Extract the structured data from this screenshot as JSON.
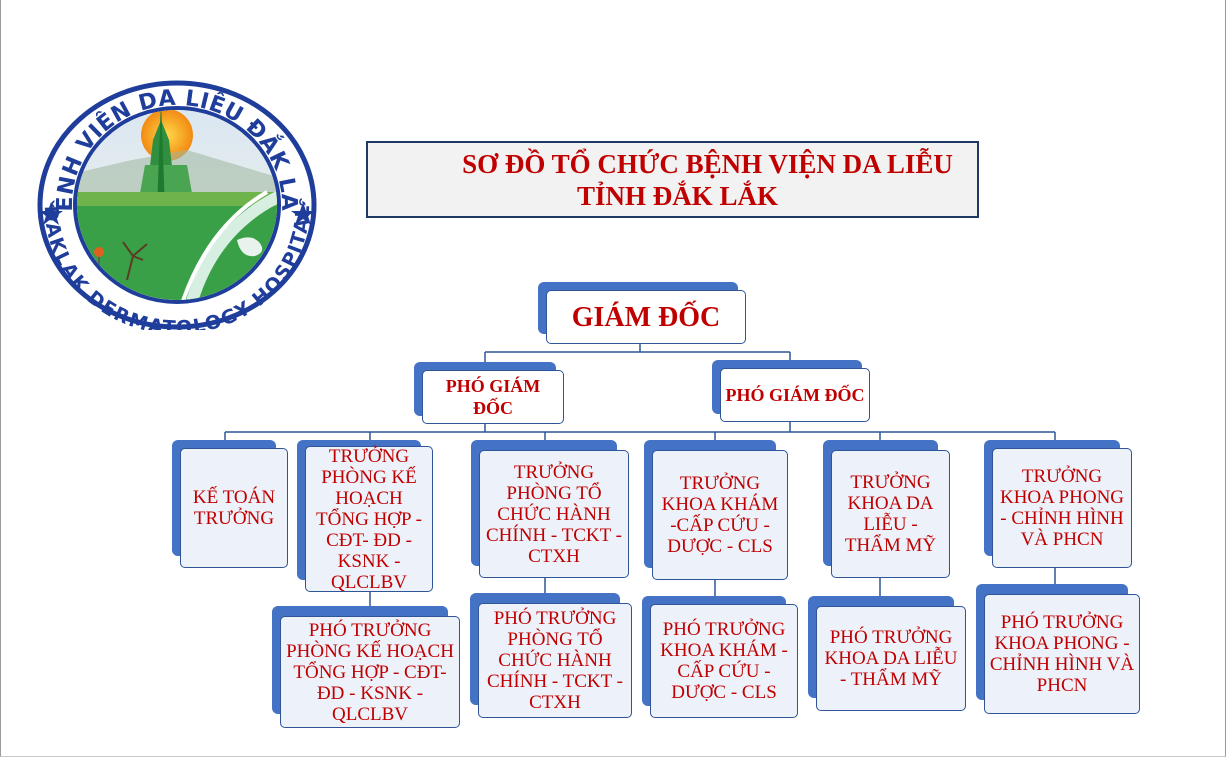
{
  "logo": {
    "top_text": "BỆNH VIỆN DA LIỄU ĐẮK LẮK",
    "bottom_text": "DAKLAK DERMATOLOGY HOSPITAL",
    "colors": {
      "ring": "#1f3d9a",
      "sun": "#f6a21a",
      "grass": "#3aa54a"
    }
  },
  "title": {
    "line1": "SƠ ĐỒ TỔ CHỨC BỆNH VIỆN DA LIỄU",
    "line2": "TỈNH ĐẮK LẮK"
  },
  "nodes": {
    "director": "GIÁM ĐỐC",
    "deputy_left": "PHÓ GIÁM ĐỐC",
    "deputy_right": "PHÓ GIÁM ĐỐC",
    "chief_accountant": "KẾ TOÁN TRƯỞNG",
    "head_planning": "TRƯỞNG PHÒNG KẾ HOẠCH TỔNG HỢP - CĐT- ĐD - KSNK - QLCLBV",
    "head_admin": "TRƯỞNG PHÒNG TỔ CHỨC HÀNH CHÍNH - TCKT - CTXH",
    "head_exam": "TRƯỞNG KHOA KHÁM -CẤP CỨU - DƯỢC - CLS",
    "head_derm": "TRƯỞNG KHOA DA LIỄU - THẨM MỸ",
    "head_leprosy": "TRƯỞNG KHOA PHONG - CHỈNH HÌNH VÀ PHCN",
    "vice_planning": "PHÓ TRƯỞNG PHÒNG KẾ HOẠCH TỔNG HỢP - CĐT- ĐD - KSNK - QLCLBV",
    "vice_admin": "PHÓ TRƯỞNG PHÒNG TỔ CHỨC HÀNH CHÍNH - TCKT - CTXH",
    "vice_exam": "PHÓ TRƯỞNG KHOA KHÁM -CẤP CỨU - DƯỢC - CLS",
    "vice_derm": "PHÓ TRƯỞNG KHOA DA LIỄU - THẨM MỸ",
    "vice_leprosy": "PHÓ TRƯỞNG KHOA PHONG - CHỈNH HÌNH VÀ PHCN"
  },
  "colors": {
    "text": "#c00000",
    "card_back": "#4472c4",
    "card_border": "#2f5597",
    "line": "#2f5597"
  }
}
